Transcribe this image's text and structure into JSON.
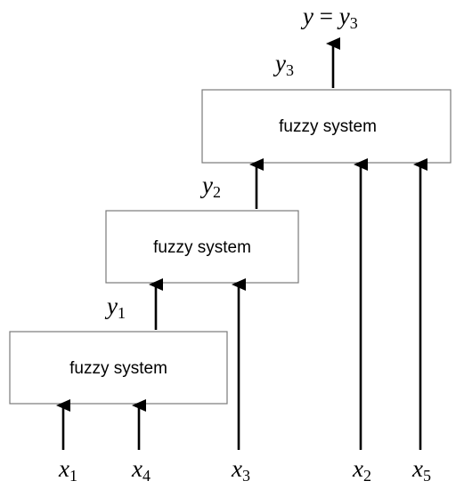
{
  "boxes": {
    "box1": {
      "label": "fuzzy system"
    },
    "box2": {
      "label": "fuzzy system"
    },
    "box3": {
      "label": "fuzzy system"
    }
  },
  "inputs": {
    "x1": {
      "main": "x",
      "sub": "1"
    },
    "x4": {
      "main": "x",
      "sub": "4"
    },
    "x3": {
      "main": "x",
      "sub": "3"
    },
    "x2": {
      "main": "x",
      "sub": "2"
    },
    "x5": {
      "main": "x",
      "sub": "5"
    }
  },
  "intermediates": {
    "y1": {
      "main": "y",
      "sub": "1"
    },
    "y2": {
      "main": "y",
      "sub": "2"
    },
    "y3": {
      "main": "y",
      "sub": "3"
    }
  },
  "output": {
    "lhs": "y",
    "eq": " = ",
    "rhs_main": "y",
    "rhs_sub": "3"
  }
}
